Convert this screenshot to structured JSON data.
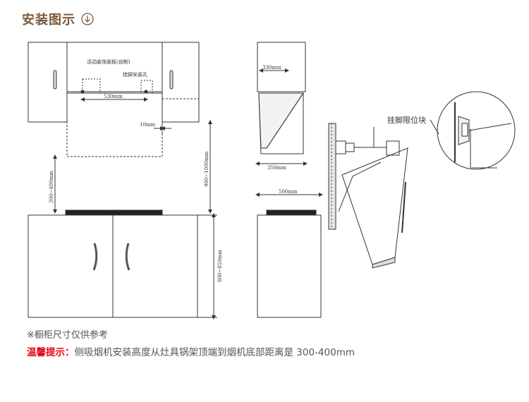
{
  "header": {
    "title": "安装图示",
    "icon": "arrow-down-circle-icon"
  },
  "front_view": {
    "panel_label": "活动装饰面板(自制)",
    "hole_label": "挂脚安装孔",
    "dim_530": "530mm",
    "dim_10": "10mm",
    "dim_900_1000": "900~1000mm",
    "dim_300_400": "300~400mm",
    "dim_800_850": "800~850mm"
  },
  "side_view": {
    "dim_330": "330mm",
    "dim_350": "350mm",
    "dim_500": "500mm"
  },
  "detail_view": {
    "limit_block_label": "挂脚限位块"
  },
  "footer": {
    "note": "※橱柜尺寸仅供参考",
    "tip_label": "温馨提示：",
    "tip_text": "侧吸烟机安装高度从灶具锅架顶端到烟机底部距离是 300-400mm"
  },
  "colors": {
    "title": "#7a5a3a",
    "tip_label": "#e60012",
    "line": "#333333"
  }
}
